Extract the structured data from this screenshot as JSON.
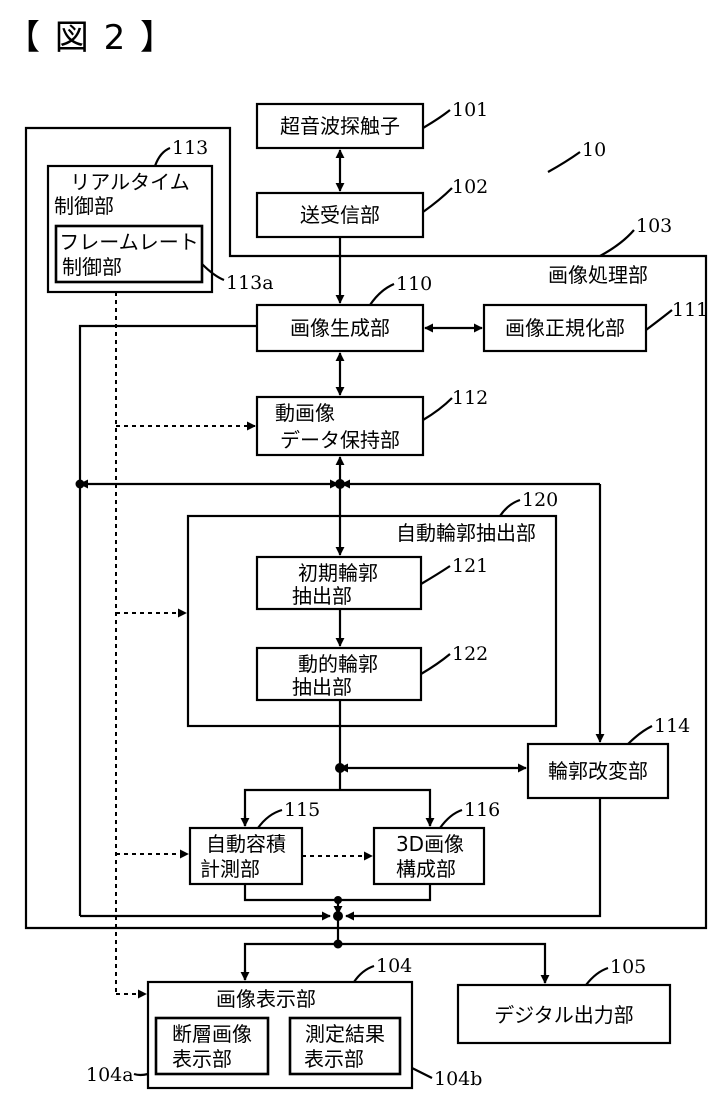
{
  "figure_title": "【 図 2 】",
  "labels": {
    "probe": "超音波探触子",
    "transceiver": "送受信部",
    "image_processing": "画像処理部",
    "realtime_1": "リアルタイム",
    "realtime_2": "制御部",
    "framerate_1": "フレームレート",
    "framerate_2": "制御部",
    "image_gen": "画像生成部",
    "normalize": "画像正規化部",
    "video_hold_1": "動画像",
    "video_hold_2": "データ保持部",
    "auto_contour": "自動輪郭抽出部",
    "initial_contour_1": "初期輪郭",
    "initial_contour_2": "抽出部",
    "dynamic_contour_1": "動的輪郭",
    "dynamic_contour_2": "抽出部",
    "contour_modify": "輪郭改変部",
    "auto_volume_1": "自動容積",
    "auto_volume_2": "計測部",
    "img3d_1": "3D画像",
    "img3d_2": "構成部",
    "display": "画像表示部",
    "tomo_1": "断層画像",
    "tomo_2": "表示部",
    "result_1": "測定結果",
    "result_2": "表示部",
    "digital_out": "デジタル出力部"
  },
  "refs": {
    "r10": "10",
    "r101": "101",
    "r102": "102",
    "r103": "103",
    "r104": "104",
    "r104a": "104a",
    "r104b": "104b",
    "r105": "105",
    "r110": "110",
    "r111": "111",
    "r112": "112",
    "r113": "113",
    "r113a": "113a",
    "r114": "114",
    "r115": "115",
    "r116": "116",
    "r120": "120",
    "r121": "121",
    "r122": "122"
  }
}
